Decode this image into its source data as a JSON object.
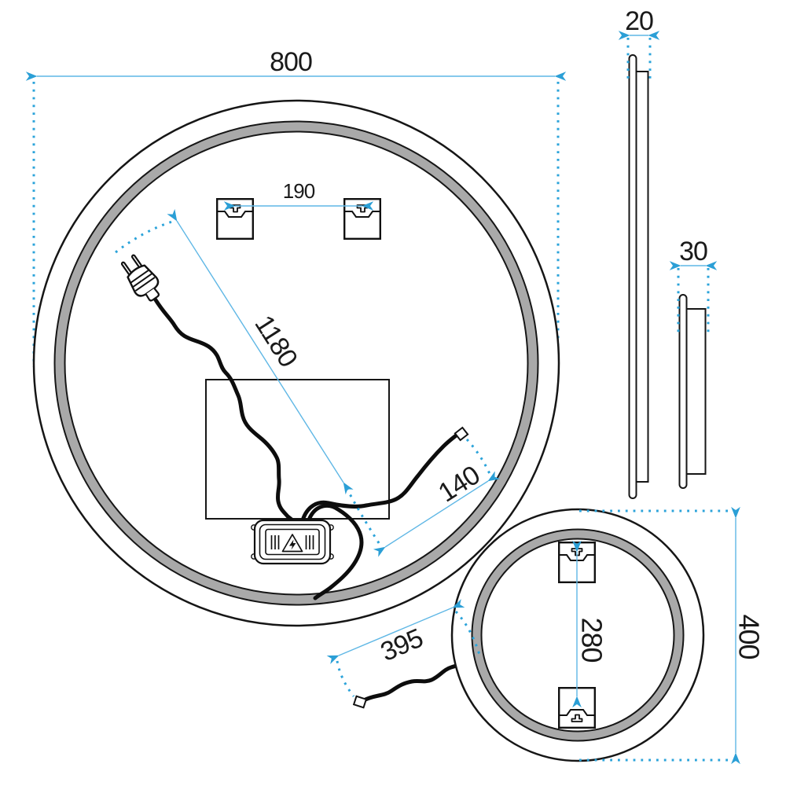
{
  "drawing": {
    "description": "Round LED bathroom mirror technical dimension drawing",
    "dimensions": {
      "main_diameter": "800",
      "main_depth": "20",
      "bracket_spacing": "190",
      "power_cable_length": "1180",
      "connector_cable_length": "140",
      "small_depth": "30",
      "small_cable_length": "395",
      "small_bracket_spacing": "280",
      "small_diameter": "400"
    },
    "colors": {
      "accent_dimension": "#2ba3da",
      "line_ink": "#161616",
      "led_ring_gray": "#a9a9a9"
    }
  }
}
